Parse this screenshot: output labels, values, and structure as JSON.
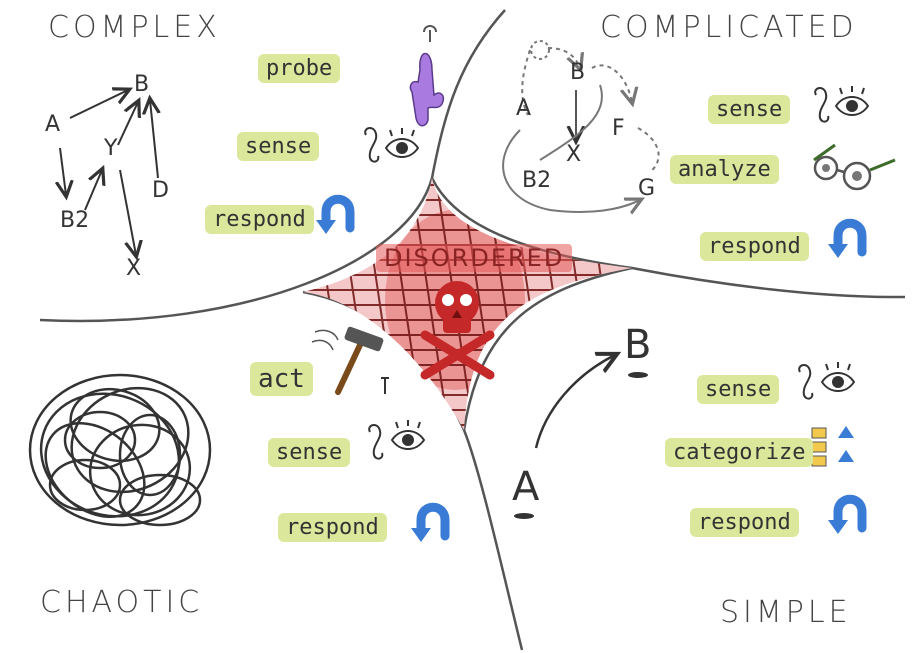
{
  "quadrants": {
    "complex": {
      "title": "COMPLEX",
      "steps": [
        "probe",
        "sense",
        "respond"
      ],
      "graph_nodes": [
        "A",
        "B",
        "Y",
        "D",
        "B2",
        "X"
      ],
      "icons": [
        "finger-pointing-icon",
        "ear-icon",
        "eye-icon",
        "u-turn-arrow-icon"
      ]
    },
    "complicated": {
      "title": "COMPLICATED",
      "steps": [
        "sense",
        "analyze",
        "respond"
      ],
      "graph_nodes": [
        "A",
        "B",
        "F",
        "X",
        "B2",
        "G"
      ],
      "icons": [
        "ear-icon",
        "eye-icon",
        "glasses-icon",
        "u-turn-arrow-icon"
      ]
    },
    "chaotic": {
      "title": "CHAOTIC",
      "steps": [
        "act",
        "sense",
        "respond"
      ],
      "icons": [
        "scribble-icon",
        "hammer-icon",
        "ear-icon",
        "eye-icon",
        "u-turn-arrow-icon"
      ]
    },
    "simple": {
      "title": "SIMPLE",
      "steps": [
        "sense",
        "categorize",
        "respond"
      ],
      "graph_nodes": [
        "A",
        "B"
      ],
      "icons": [
        "ear-icon",
        "eye-icon",
        "category-boxes-icon",
        "u-turn-arrow-icon"
      ]
    }
  },
  "center": {
    "label": "DISORDERED",
    "icon": "skull-crossbones-icon",
    "colors": {
      "fill": "#d94a4a",
      "grid": "#6e1010"
    }
  },
  "colors": {
    "highlight": "#dbe89c",
    "ink": "#333333",
    "accent_blue": "#3a7bd5",
    "accent_purple": "#a97be0"
  }
}
